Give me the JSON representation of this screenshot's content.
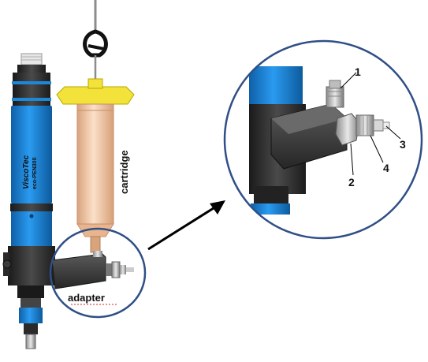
{
  "labels": {
    "cartridge": "cartridge",
    "adapter": "adapter",
    "brand": "ViscoTec",
    "model": "eco-PEN300"
  },
  "callouts": [
    {
      "number": "1"
    },
    {
      "number": "2"
    },
    {
      "number": "3"
    },
    {
      "number": "4"
    }
  ],
  "colors": {
    "pen_body": "#1e88d8",
    "rings": "#1a1a1a",
    "adapter_block": "#3a3a3a",
    "cartridge": "#f2c9a4",
    "cartridge_cap": "#f2e23a",
    "magnifier_circle": "#2f4f86",
    "arrow": "#000000"
  }
}
